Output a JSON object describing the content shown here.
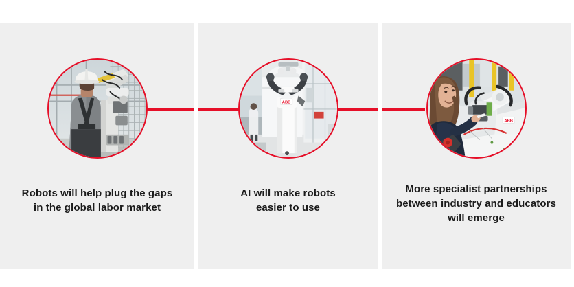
{
  "page": {
    "background_color": "#ffffff",
    "panel_color": "#efefef",
    "accent_color": "#e60f28",
    "text_color": "#1b1b1b",
    "divider_color": "#ffffff"
  },
  "columns": [
    {
      "caption": "Robots will help plug the gaps\nin the global labor market",
      "image": {
        "name": "construction-worker-and-robot-photo",
        "alt": "Worker in white hard hat and grey overalls facing a white industrial robot arm at a construction site with scaffolding and rebar mesh"
      }
    },
    {
      "caption": "AI will make robots\neasier to use",
      "image": {
        "name": "dual-arm-collaborative-robot-photo",
        "alt": "White dual-arm ABB YuMi collaborative robot on a pedestal in a bright laboratory corridor"
      }
    },
    {
      "caption": "More specialist partnerships\nbetween industry and educators\nwill emerge",
      "image": {
        "name": "engineer-with-robot-arm-photo",
        "alt": "Smiling woman with long brown hair working beside a white ABB industrial robot arm with yellow safety fencing behind"
      }
    }
  ],
  "connectors": [
    {
      "name": "connector-line-1-to-2"
    },
    {
      "name": "connector-line-2-to-3"
    }
  ],
  "dividers": [
    {
      "name": "column-divider-1"
    },
    {
      "name": "column-divider-2"
    }
  ]
}
